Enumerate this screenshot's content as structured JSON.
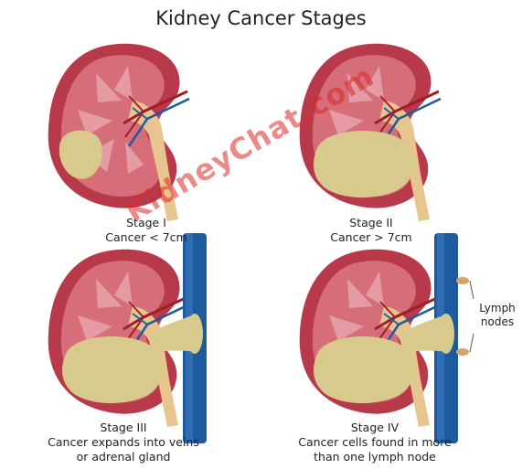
{
  "title": "Kidney Cancer Stages",
  "watermark": "KidneyChat.com",
  "lymph_label": [
    "Lymph",
    "nodes"
  ],
  "stages": [
    {
      "name": "Stage I",
      "desc": [
        "Cancer < 7cm"
      ],
      "tumor": "small",
      "vein": false,
      "nodes": false
    },
    {
      "name": "Stage II",
      "desc": [
        "Cancer > 7cm"
      ],
      "tumor": "large",
      "vein": false,
      "nodes": false
    },
    {
      "name": "Stage III",
      "desc": [
        "Cancer expands into veins",
        "or adrenal gland"
      ],
      "tumor": "large",
      "vein": true,
      "nodes": false
    },
    {
      "name": "Stage IV",
      "desc": [
        "Cancer cells found in more",
        "than one lymph node"
      ],
      "tumor": "large",
      "vein": true,
      "nodes": true
    }
  ],
  "colors": {
    "kidney_outer": "#b83a4a",
    "kidney_inner": "#d66e7a",
    "kidney_medulla": "#e8a3ab",
    "tumor": "#d8c98d",
    "ureter": "#e8c48f",
    "vein": "#1f5a9e",
    "artery": "#9e1f2a",
    "node": "#d6a36a"
  }
}
